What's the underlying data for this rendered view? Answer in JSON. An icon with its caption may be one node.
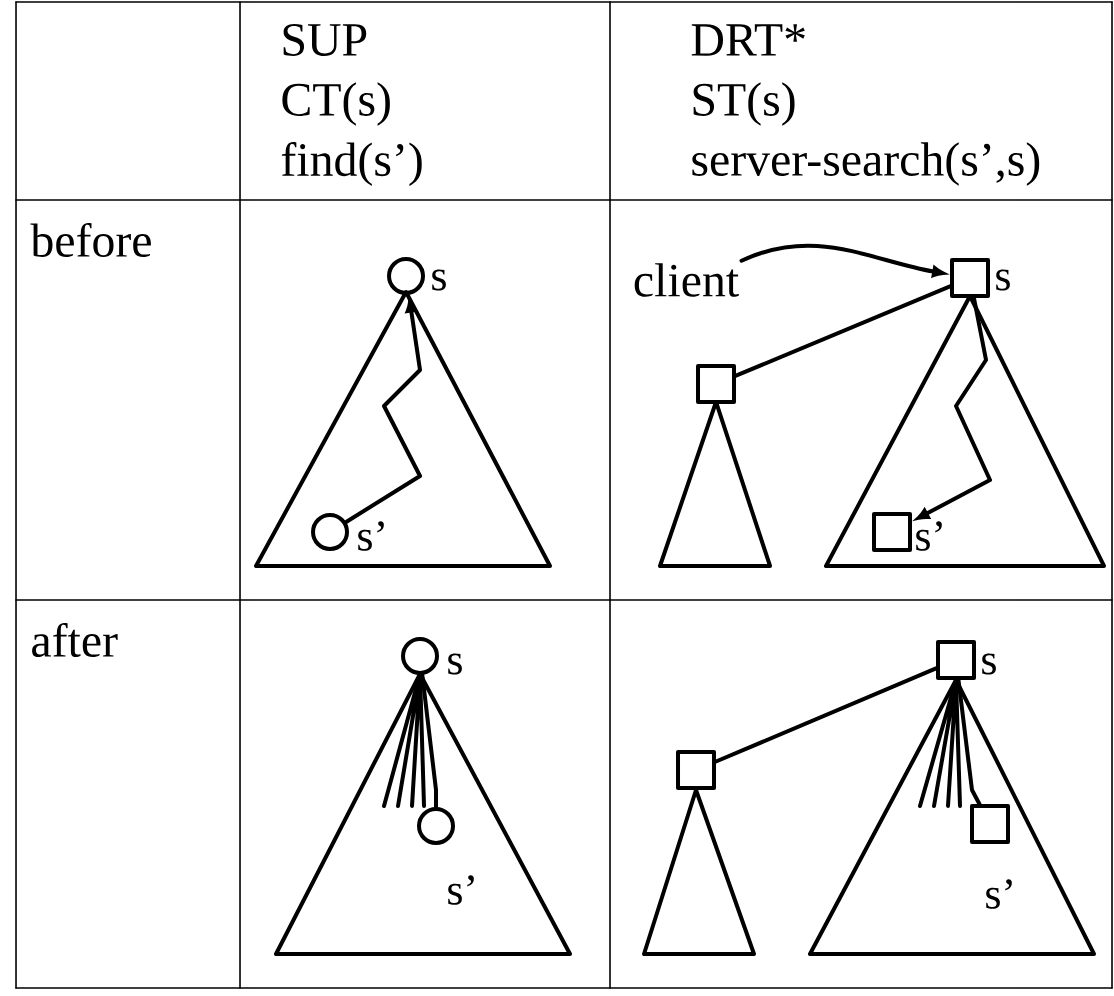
{
  "diagram": {
    "nodes": [
      {
        "text": [],
        "shape": "circle",
        "beside": [
          "s"
        ]
      },
      {
        "text": [],
        "shape": "circle",
        "beside": [
          "s’"
        ]
      },
      {
        "text": [
          "client"
        ]
      },
      {
        "text": [],
        "shape": "box",
        "beside": [
          "s"
        ]
      },
      {
        "text": [],
        "shape": "box"
      },
      {
        "text": [],
        "shape": "box",
        "beside": [
          "s’"
        ]
      },
      {
        "text": [],
        "shape": "circle",
        "beside": [
          "s"
        ]
      },
      {
        "text": [],
        "shape": "circle",
        "beside": [
          "s’"
        ]
      },
      {
        "text": [],
        "shape": "box",
        "beside": [
          "s"
        ]
      },
      {
        "text": [],
        "shape": "box"
      },
      {
        "text": [],
        "shape": "box",
        "beside": [
          "s’"
        ]
      }
    ],
    "edges": [
      {
        "from": 1,
        "to": 0,
        "arrow": "to"
      },
      {
        "from": 2,
        "to": 3,
        "arrow": "to"
      },
      {
        "from": 4,
        "to": 3,
        "arrow": "none"
      },
      {
        "from": 3,
        "to": 5,
        "arrow": "to"
      },
      {
        "from": 6,
        "to": 7,
        "arrow": "none"
      },
      {
        "from": 9,
        "to": 8,
        "arrow": "none"
      },
      {
        "from": 8,
        "to": 10,
        "arrow": "none"
      }
    ],
    "labels": [
      "SUP",
      "DRT*",
      "CT(s)",
      "ST(s)",
      "find(s’)",
      "server-search(s’,s)",
      "before",
      "after"
    ]
  }
}
